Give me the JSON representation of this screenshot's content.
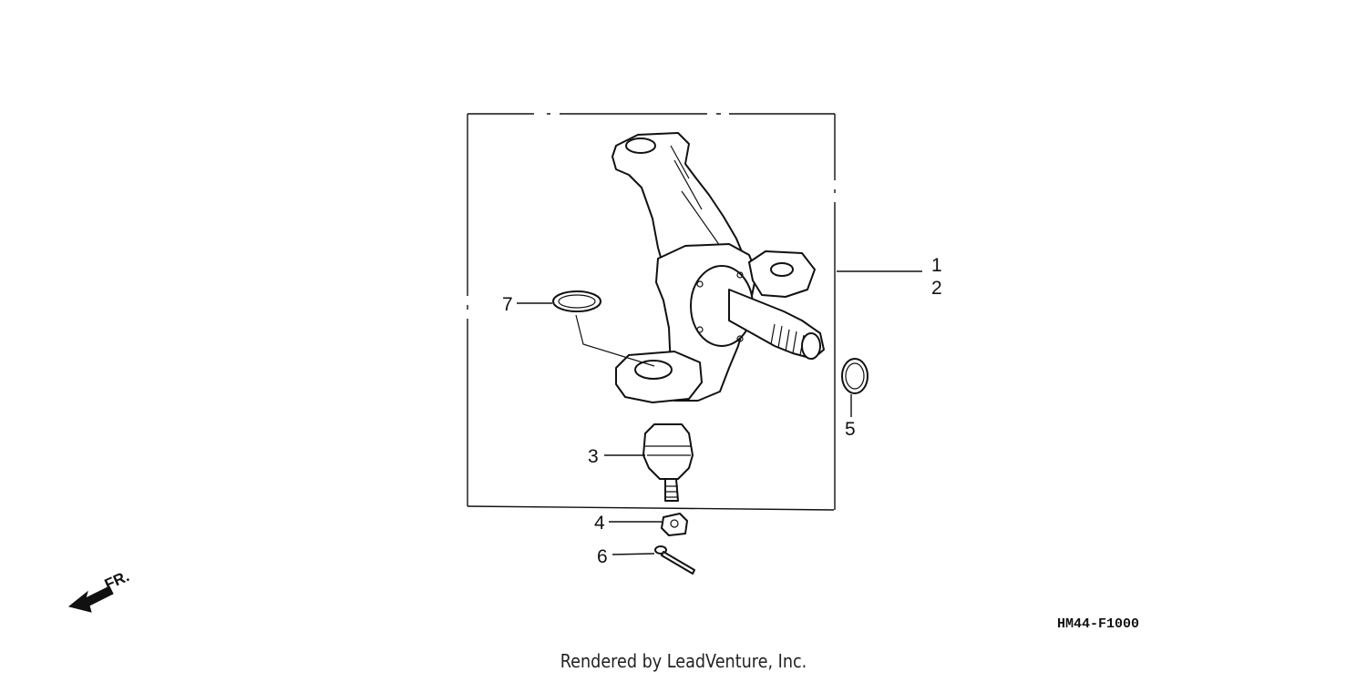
{
  "callouts": [
    {
      "id": "1",
      "label": "1"
    },
    {
      "id": "2",
      "label": "2"
    },
    {
      "id": "3",
      "label": "3"
    },
    {
      "id": "4",
      "label": "4"
    },
    {
      "id": "5",
      "label": "5"
    },
    {
      "id": "6",
      "label": "6"
    },
    {
      "id": "7",
      "label": "7"
    }
  ],
  "direction_indicator": "FR.",
  "diagram_code": "HM44-F1000",
  "credit": "Rendered by LeadVenture, Inc.",
  "colors": {
    "line": "#111111",
    "background": "#ffffff"
  }
}
